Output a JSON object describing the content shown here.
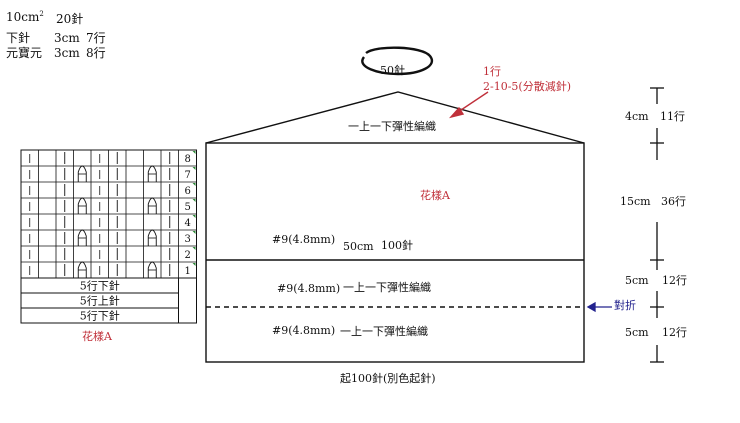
{
  "gauge": {
    "area": "10cm",
    "area_sup": "2",
    "stitches": "20針",
    "row1_label": "下針",
    "row1_cm": "3cm",
    "row1_rows": "7行",
    "row2_label": "元寶元",
    "row2_cm": "3cm",
    "row2_rows": "8行"
  },
  "top": {
    "stitch_count": "50針",
    "decrease_rows": "1行",
    "decrease_rule": "2-10-5(分散減針)"
  },
  "body": {
    "top_band": "一上一下彈性編織",
    "pattern_label": "花樣A",
    "needle_upper": "#9(4.8mm)",
    "width_label": "50cm",
    "width_stitches": "100針",
    "needle_mid": "#9(4.8mm)",
    "mid_band": "一上一下彈性編織",
    "needle_low": "#9(4.8mm)",
    "low_band": "一上一下彈性編織",
    "cast_on": "起100針(別色起針)"
  },
  "fold": {
    "label": "對折"
  },
  "measurements": [
    {
      "cm": "4cm",
      "rows": "11行"
    },
    {
      "cm": "15cm",
      "rows": "36行"
    },
    {
      "cm": "5cm",
      "rows": "12行"
    },
    {
      "cm": "5cm",
      "rows": "12行"
    }
  ],
  "chart": {
    "title": "花樣A",
    "row_numbers": [
      "8",
      "7",
      "6",
      "5",
      "4",
      "3",
      "2",
      "1"
    ],
    "footer_rows": [
      "5行下針",
      "5行上針",
      "5行下針"
    ]
  },
  "colors": {
    "accent_red": "#c0303a",
    "fold_blue": "#23238e",
    "line": "#111111",
    "chart_mark": "#2f8a3a"
  }
}
